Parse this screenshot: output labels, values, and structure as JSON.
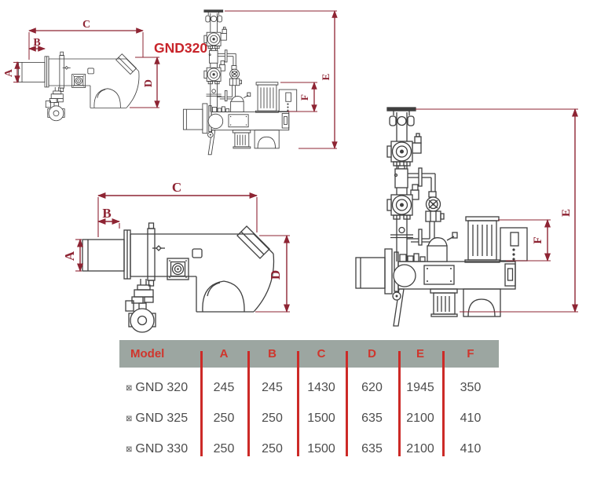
{
  "title_label": "GND320",
  "dimension_labels": {
    "a": "A",
    "b": "B",
    "c": "C",
    "d": "D",
    "e": "E",
    "f": "F"
  },
  "table": {
    "headers": [
      "Model",
      "A",
      "B",
      "C",
      "D",
      "E",
      "F"
    ],
    "rows": [
      {
        "prefix": "⊠",
        "model": "GND 320",
        "values": [
          "245",
          "245",
          "1430",
          "620",
          "1945",
          "350"
        ]
      },
      {
        "prefix": "⊠",
        "model": "GND 325",
        "values": [
          "250",
          "250",
          "1500",
          "635",
          "2100",
          "410"
        ]
      },
      {
        "prefix": "⊠",
        "model": "GND 330",
        "values": [
          "250",
          "250",
          "1500",
          "635",
          "2100",
          "410"
        ]
      }
    ]
  },
  "colors": {
    "dimension_line": "#8e2433",
    "label_red": "#c8242a",
    "table_header_bg": "#9ca6a1",
    "table_header_text": "#d0352c",
    "table_divider": "#cc2a27",
    "table_text": "#4d4d4d",
    "drawing_line": "#3f3f3f"
  }
}
